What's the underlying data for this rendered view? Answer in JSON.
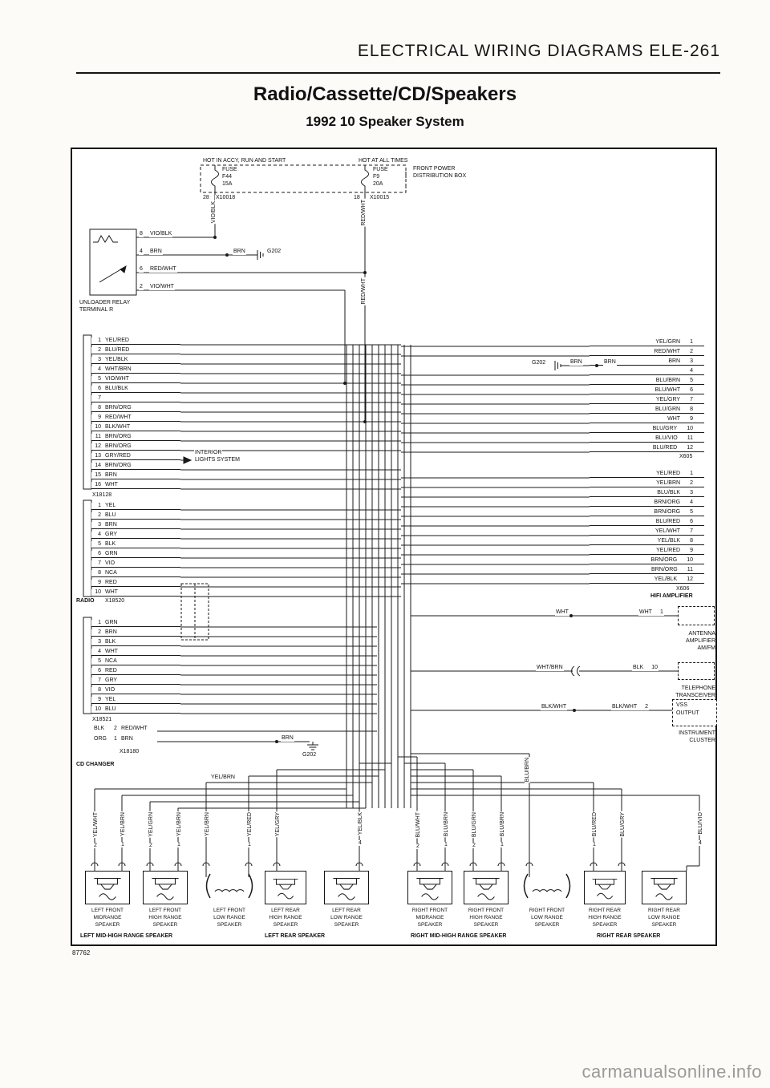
{
  "page": {
    "header": "ELECTRICAL WIRING DIAGRAMS ELE-261",
    "title": "Radio/Cassette/CD/Speakers",
    "subtitle": "1992 10 Speaker System",
    "doc_number": "87762",
    "watermark": "carmanualsonline.info"
  },
  "power": {
    "hot_left": "HOT IN ACCY, RUN AND START",
    "hot_right": "HOT AT ALL TIMES",
    "box_line1": "FRONT POWER",
    "box_line2": "DISTRIBUTION BOX",
    "fuse_left": {
      "label": "FUSE",
      "id": "F44",
      "rating": "15A",
      "pin": "28",
      "connector": "X10018",
      "wire": "VIO/BLK"
    },
    "fuse_right": {
      "label": "FUSE",
      "id": "F9",
      "rating": "20A",
      "pin": "18",
      "connector": "X10015",
      "wire": "RED/WHT",
      "wire2": "RED/WHT"
    }
  },
  "relay": {
    "name_line1": "UNLOADER RELAY",
    "name_line2": "TERMINAL R",
    "pins": [
      {
        "pin": "8",
        "wire": "VIO/BLK"
      },
      {
        "pin": "4",
        "wire": "BRN"
      },
      {
        "pin": "6",
        "wire": "RED/WHT"
      },
      {
        "pin": "2",
        "wire": "VIO/WHT"
      }
    ],
    "ground_wire": "BRN",
    "ground_id": "G202"
  },
  "radio": {
    "label": "RADIO",
    "connector1": {
      "id": "X18128",
      "pins": [
        {
          "pin": "1",
          "wire": "YEL/RED"
        },
        {
          "pin": "2",
          "wire": "BLU/RED"
        },
        {
          "pin": "3",
          "wire": "YEL/BLK"
        },
        {
          "pin": "4",
          "wire": "WHT/BRN"
        },
        {
          "pin": "5",
          "wire": "VIO/WHT"
        },
        {
          "pin": "6",
          "wire": "BLU/BLK"
        },
        {
          "pin": "7",
          "wire": ""
        },
        {
          "pin": "8",
          "wire": "BRN/ORG"
        },
        {
          "pin": "9",
          "wire": "RED/WHT"
        },
        {
          "pin": "10",
          "wire": "BLK/WHT"
        },
        {
          "pin": "11",
          "wire": "BRN/ORG"
        },
        {
          "pin": "12",
          "wire": "BRN/ORG"
        },
        {
          "pin": "13",
          "wire": "GRY/RED"
        },
        {
          "pin": "14",
          "wire": "BRN/ORG"
        },
        {
          "pin": "15",
          "wire": "BRN"
        },
        {
          "pin": "16",
          "wire": "WHT"
        }
      ]
    },
    "connector2": {
      "id": "X18520",
      "pins": [
        {
          "pin": "1",
          "wire": "YEL"
        },
        {
          "pin": "2",
          "wire": "BLU"
        },
        {
          "pin": "3",
          "wire": "BRN"
        },
        {
          "pin": "4",
          "wire": "GRY"
        },
        {
          "pin": "5",
          "wire": "BLK"
        },
        {
          "pin": "6",
          "wire": "GRN"
        },
        {
          "pin": "7",
          "wire": "VIO"
        },
        {
          "pin": "8",
          "wire": "NCA"
        },
        {
          "pin": "9",
          "wire": "RED"
        },
        {
          "pin": "10",
          "wire": "WHT"
        }
      ]
    }
  },
  "interior_lights": {
    "line1": "INTERIOR",
    "line2": "LIGHTS SYSTEM"
  },
  "cd_changer": {
    "label": "CD CHANGER",
    "connector": {
      "id": "X18521",
      "pins": [
        {
          "pin": "1",
          "wire": "GRN"
        },
        {
          "pin": "2",
          "wire": "BRN"
        },
        {
          "pin": "3",
          "wire": "BLK"
        },
        {
          "pin": "4",
          "wire": "WHT"
        },
        {
          "pin": "5",
          "wire": "NCA"
        },
        {
          "pin": "6",
          "wire": "RED"
        },
        {
          "pin": "7",
          "wire": "GRY"
        },
        {
          "pin": "8",
          "wire": "VIO"
        },
        {
          "pin": "9",
          "wire": "YEL"
        },
        {
          "pin": "10",
          "wire": "BLU"
        }
      ]
    },
    "power_row": {
      "inner": "BLK",
      "pin": "2",
      "outer": "RED/WHT"
    },
    "ground_row": {
      "inner": "ORG",
      "pin": "1",
      "outer": "BRN",
      "wire": "BRN",
      "ground_id": "G202"
    },
    "connector2_id": "X18180"
  },
  "amplifier": {
    "label": "HIFI AMPLIFIER",
    "x605": {
      "id": "X605",
      "pins": [
        {
          "wire": "YEL/GRN",
          "pin": "1"
        },
        {
          "wire": "RED/WHT",
          "pin": "2"
        },
        {
          "wire": "BRN",
          "pin": "3"
        },
        {
          "wire": "",
          "pin": "4"
        },
        {
          "wire": "BLU/BRN",
          "pin": "5"
        },
        {
          "wire": "BLU/WHT",
          "pin": "6"
        },
        {
          "wire": "YEL/GRY",
          "pin": "7"
        },
        {
          "wire": "BLU/GRN",
          "pin": "8"
        },
        {
          "wire": "WHT",
          "pin": "9"
        },
        {
          "wire": "BLU/GRY",
          "pin": "10"
        },
        {
          "wire": "BLU/VIO",
          "pin": "11"
        },
        {
          "wire": "BLU/RED",
          "pin": "12"
        }
      ]
    },
    "x606": {
      "id": "X606",
      "pins": [
        {
          "wire": "YEL/RED",
          "pin": "1"
        },
        {
          "wire": "YEL/BRN",
          "pin": "2"
        },
        {
          "wire": "BLU/BLK",
          "pin": "3"
        },
        {
          "wire": "BRN/ORG",
          "pin": "4"
        },
        {
          "wire": "BRN/ORG",
          "pin": "5"
        },
        {
          "wire": "BLU/RED",
          "pin": "6"
        },
        {
          "wire": "YEL/WHT",
          "pin": "7"
        },
        {
          "wire": "YEL/BLK",
          "pin": "8"
        },
        {
          "wire": "YEL/RED",
          "pin": "9"
        },
        {
          "wire": "BRN/ORG",
          "pin": "10"
        },
        {
          "wire": "BRN/ORG",
          "pin": "11"
        },
        {
          "wire": "YEL/BLK",
          "pin": "12"
        }
      ]
    },
    "ground": {
      "id": "G202",
      "wire1": "BRN",
      "wire2": "BRN"
    }
  },
  "antenna_amplifier": {
    "wire": "WHT",
    "pin_wire": "WHT",
    "pin": "1",
    "name_line1": "ANTENNA",
    "name_line2": "AMPLIFIER",
    "name_line3": "AM/FM"
  },
  "telephone": {
    "wire": "WHT/BRN",
    "pin_wire": "BLK",
    "pin": "10",
    "name_line1": "TELEPHONE",
    "name_line2": "TRANSCEIVER"
  },
  "instrument_cluster": {
    "wire": "BLK/WHT",
    "pin_wire": "BLK/WHT",
    "pin": "2",
    "signal1": "VSS",
    "signal2": "OUTPUT",
    "name_line1": "INSTRUMENT",
    "name_line2": "CLUSTER"
  },
  "mid_wire_label": "YEL/BRN",
  "bus_wire_label": "BLU/BRN",
  "speaker_wires": [
    {
      "label": "YEL/WHT",
      "pin": "2"
    },
    {
      "label": "YEL/BRN",
      "pin": "1"
    },
    {
      "label": "YEL/GRN",
      "pin": "2"
    },
    {
      "label": "YEL/BRN",
      "pin": "1"
    },
    {
      "label": "YEL/BRN",
      "pin": ""
    },
    {
      "label": "YEL/RED",
      "pin": "1"
    },
    {
      "label": "YEL/GRY",
      "pin": ""
    },
    {
      "label": "YEL/BLK",
      "pin": "4"
    },
    {
      "label": "BLU/WHT",
      "pin": "2"
    },
    {
      "label": "BLU/BRN",
      "pin": "1"
    },
    {
      "label": "BLU/GRN",
      "pin": "2"
    },
    {
      "label": "BLU/BRN",
      "pin": "1"
    },
    {
      "label": "BLU/RED",
      "pin": "1"
    },
    {
      "label": "BLU/GRY",
      "pin": ""
    },
    {
      "label": "BLU/VIO",
      "pin": "4"
    }
  ],
  "speakers": [
    {
      "line1": "LEFT FRONT",
      "line2": "MIDRANGE",
      "line3": "SPEAKER"
    },
    {
      "line1": "LEFT FRONT",
      "line2": "HIGH RANGE",
      "line3": "SPEAKER"
    },
    {
      "line1": "LEFT FRONT",
      "line2": "LOW RANGE",
      "line3": "SPEAKER"
    },
    {
      "line1": "LEFT REAR",
      "line2": "HIGH RANGE",
      "line3": "SPEAKER"
    },
    {
      "line1": "LEFT REAR",
      "line2": "LOW RANGE",
      "line3": "SPEAKER"
    },
    {
      "line1": "RIGHT FRONT",
      "line2": "MIDRANGE",
      "line3": "SPEAKER"
    },
    {
      "line1": "RIGHT FRONT",
      "line2": "HIGH RANGE",
      "line3": "SPEAKER"
    },
    {
      "line1": "RIGHT FRONT",
      "line2": "LOW RANGE",
      "line3": "SPEAKER"
    },
    {
      "line1": "RIGHT REAR",
      "line2": "HIGH RANGE",
      "line3": "SPEAKER"
    },
    {
      "line1": "RIGHT REAR",
      "line2": "LOW RANGE",
      "line3": "SPEAKER"
    }
  ],
  "speaker_groups": {
    "left_front": "LEFT MID-HIGH RANGE SPEAKER",
    "left_rear": "LEFT REAR SPEAKER",
    "right_front": "RIGHT MID-HIGH RANGE SPEAKER",
    "right_rear": "RIGHT REAR SPEAKER"
  }
}
